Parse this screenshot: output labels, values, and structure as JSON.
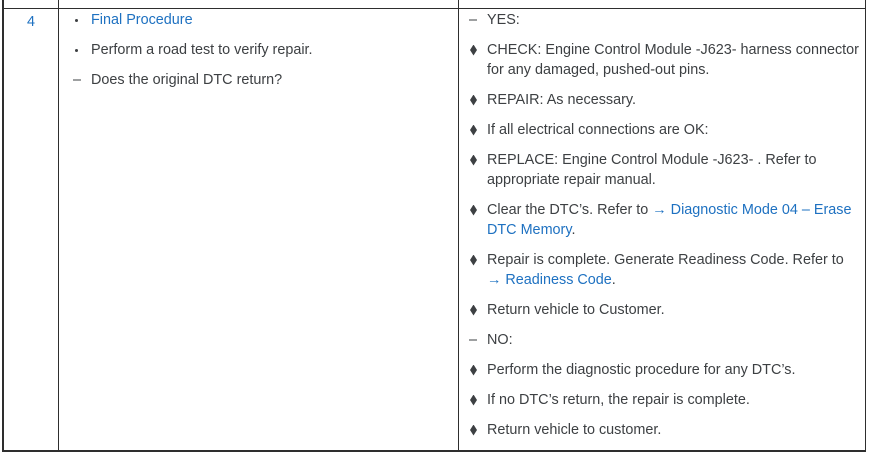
{
  "colors": {
    "link_blue": "#1e71c1",
    "text_gray": "#3d4043",
    "border_dark": "#2e2e2e"
  },
  "row": {
    "step_number": "4",
    "procedure_items": [
      {
        "bullet": "dot",
        "runs": [
          {
            "text": "Final Procedure",
            "link": true
          }
        ]
      },
      {
        "bullet": "dot",
        "runs": [
          {
            "text": "Perform a road test to verify repair."
          }
        ]
      },
      {
        "bullet": "dash",
        "runs": [
          {
            "text": "Does the original DTC return?"
          }
        ]
      }
    ],
    "result_items": [
      {
        "bullet": "dash",
        "runs": [
          {
            "text": "YES:"
          }
        ]
      },
      {
        "bullet": "diamond",
        "runs": [
          {
            "text": "CHECK: Engine Control Module -J623- harness connector"
          },
          {
            "break": true
          },
          {
            "text": "for any damaged, pushed-out pins."
          }
        ]
      },
      {
        "bullet": "diamond",
        "runs": [
          {
            "text": "REPAIR: As necessary."
          }
        ]
      },
      {
        "bullet": "diamond",
        "runs": [
          {
            "text": "If all electrical connections are OK:"
          }
        ]
      },
      {
        "bullet": "diamond",
        "runs": [
          {
            "text": "REPLACE: Engine Control Module -J623- . Refer to"
          },
          {
            "break": true
          },
          {
            "text": "appropriate repair manual."
          }
        ]
      },
      {
        "bullet": "diamond",
        "runs": [
          {
            "text": "Clear the DTC’s. Refer to "
          },
          {
            "text": "→ Diagnostic Mode 04 – Erase",
            "link": true
          },
          {
            "break": true
          },
          {
            "text": "DTC Memory",
            "link": true
          },
          {
            "text": "."
          }
        ]
      },
      {
        "bullet": "diamond",
        "runs": [
          {
            "text": "Repair is complete. Generate Readiness Code. Refer to"
          },
          {
            "break": true
          },
          {
            "text": "→ Readiness Code",
            "link": true
          },
          {
            "text": "."
          }
        ]
      },
      {
        "bullet": "diamond",
        "runs": [
          {
            "text": "Return vehicle to Customer."
          }
        ]
      },
      {
        "bullet": "dash",
        "runs": [
          {
            "text": "NO:"
          }
        ]
      },
      {
        "bullet": "diamond",
        "runs": [
          {
            "text": "Perform the diagnostic procedure for any DTC’s."
          }
        ]
      },
      {
        "bullet": "diamond",
        "runs": [
          {
            "text": "If no DTC’s return, the repair is complete."
          }
        ]
      },
      {
        "bullet": "diamond",
        "runs": [
          {
            "text": "Return vehicle to customer."
          }
        ]
      }
    ]
  }
}
